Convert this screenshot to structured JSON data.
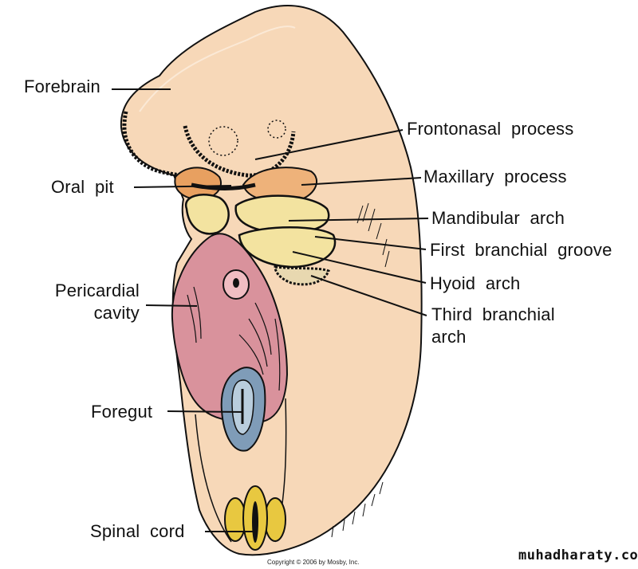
{
  "figure": {
    "subject": "Embryo head and neck region, ventral-lateral view",
    "labels": {
      "forebrain": "Forebrain",
      "oral_pit": "Oral  pit",
      "pericardial_cavity_line1": "Pericardial",
      "pericardial_cavity_line2": "cavity",
      "foregut": "Foregut",
      "spinal_cord": "Spinal  cord",
      "frontonasal_process": "Frontonasal  process",
      "maxillary_process": "Maxillary  process",
      "mandibular_arch": "Mandibular  arch",
      "first_branchial_groove": "First  branchial  groove",
      "hyoid_arch": "Hyoid  arch",
      "third_branchial_arch_line1": "Third  branchial",
      "third_branchial_arch_line2": "arch"
    },
    "colors": {
      "skin": "#f7d8b8",
      "skin_shadow": "#f3c89e",
      "maxillary": "#e8a060",
      "arches": "#f3e3a0",
      "pericardium": "#d9929c",
      "foregut_outer": "#7f9cb8",
      "foregut_inner": "#b9cddd",
      "spinal_cord": "#e8c840",
      "outline": "#111111"
    }
  },
  "footer": {
    "copyright": "Copyright © 2006 by Mosby, Inc.",
    "watermark": "muhadharaty.com"
  }
}
